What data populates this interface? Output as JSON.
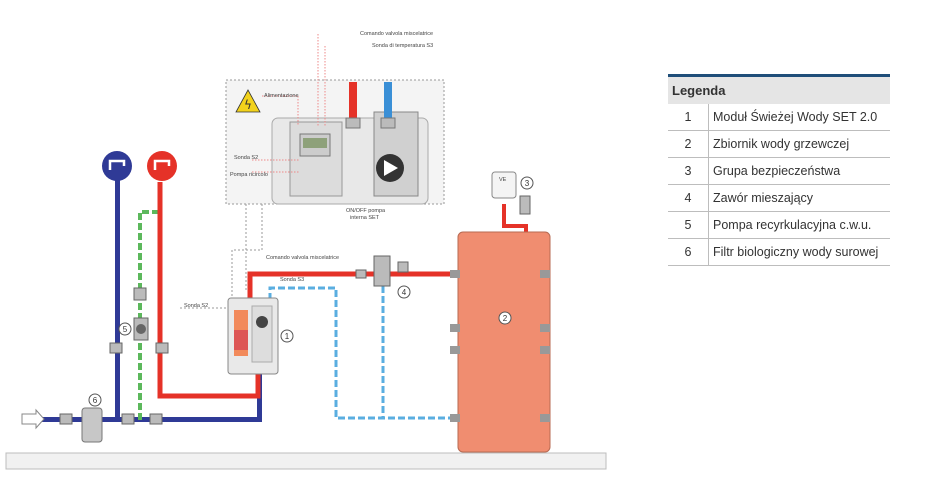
{
  "diagram": {
    "labels": {
      "cmd_valve_top": "Comando valvola miscelatrice",
      "sonda_temp_top": "Sonda di temperatura S3",
      "alimentazione": "Alimentazione",
      "sonda_s2": "Sonda S2",
      "pompa_ricircolo": "Pompa ricircolo",
      "onoff_line1": "ON/OFF pompa",
      "onoff_line2": "interna SET",
      "cmd_valve_mid": "Comando valvola miscelatrice",
      "sonda_s3": "Sonda S3",
      "sonda_s2_left": "Sonda S2",
      "ve": "VE"
    },
    "markers": [
      "1",
      "2",
      "3",
      "4",
      "5",
      "6"
    ]
  },
  "legend": {
    "title": "Legenda",
    "rows": [
      {
        "num": "1",
        "text": "Moduł Świeżej Wody SET 2.0"
      },
      {
        "num": "2",
        "text": "Zbiornik wody grzewczej"
      },
      {
        "num": "3",
        "text": "Grupa bezpieczeństwa"
      },
      {
        "num": "4",
        "text": "Zawór mieszający"
      },
      {
        "num": "5",
        "text": "Pompa recyrkulacyjna c.w.u."
      },
      {
        "num": "6",
        "text": "Filtr biologiczny wody surowej"
      }
    ]
  },
  "colors": {
    "hot": "#e53228",
    "cold": "#2f3a96",
    "recirc": "#5cb85c",
    "sensor": "#5aaee0",
    "tank": "#f08d70",
    "legend_accent": "#1f4e79"
  }
}
